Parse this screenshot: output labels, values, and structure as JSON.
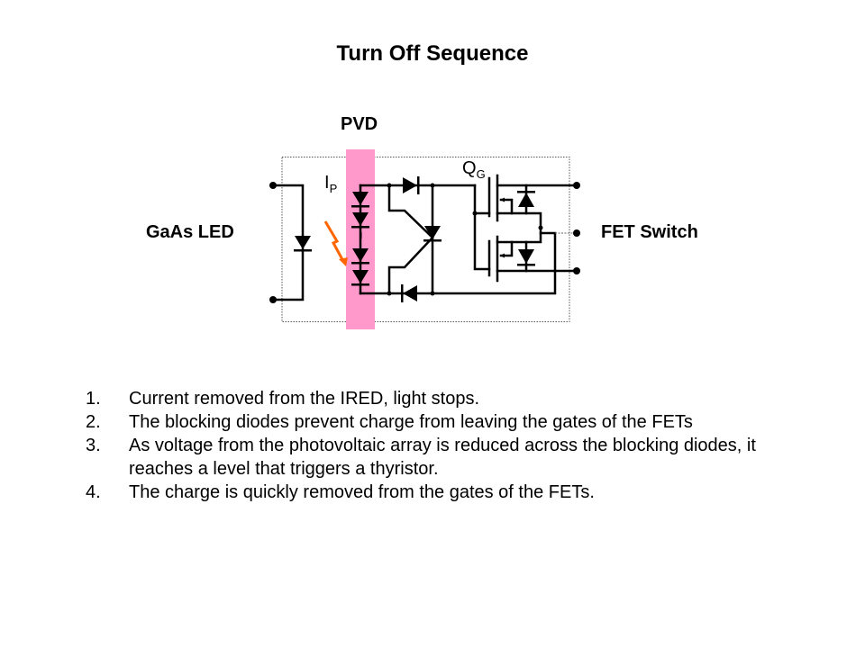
{
  "slide": {
    "title": "Turn Off Sequence"
  },
  "diagram": {
    "pvd_label": "PVD",
    "left_label": "GaAs LED",
    "right_label": "FET Switch",
    "current_label_main": "I",
    "current_label_sub": "P",
    "charge_label_main": "Q",
    "charge_label_sub": "G",
    "colors": {
      "pvd_highlight": "#ff99cc",
      "light_arrow": "#ff6600",
      "wire": "#000000",
      "border": "#555555"
    },
    "icons": [
      "led-diode-icon",
      "photodiode-array-icon",
      "blocking-diode-icon",
      "thyristor-icon",
      "mosfet-icon",
      "body-diode-icon",
      "light-arrow-icon",
      "terminal-icon"
    ]
  },
  "steps": [
    {
      "num": "1.",
      "text": "Current removed from the IRED, light stops."
    },
    {
      "num": "2.",
      "text": "The blocking diodes prevent charge from leaving the gates of the FETs"
    },
    {
      "num": "3.",
      "text": "As voltage from the photovoltaic array is reduced across the blocking diodes, it reaches a level that triggers a thyristor."
    },
    {
      "num": "4.",
      "text": "The charge is quickly removed from the gates of the FETs."
    }
  ]
}
